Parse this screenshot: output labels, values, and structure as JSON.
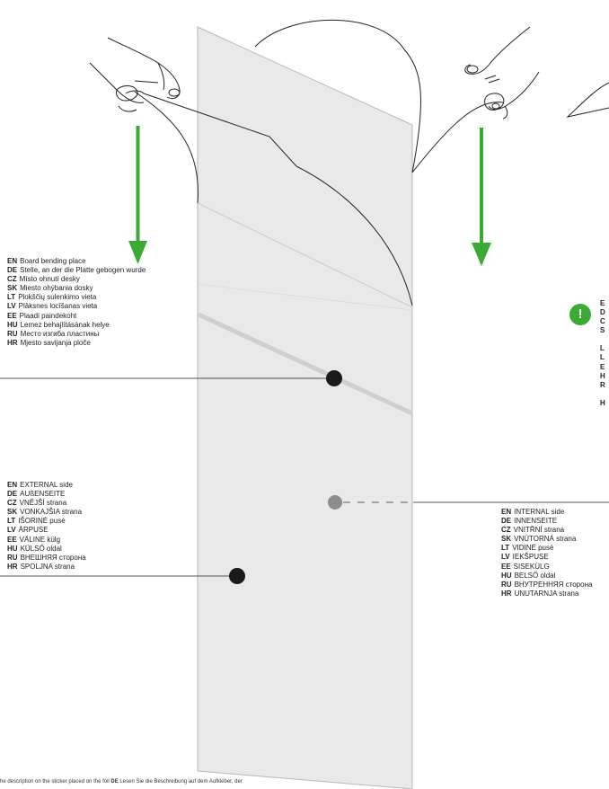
{
  "colors": {
    "board_fill": "#e9e9e9",
    "board_edge": "#b8b8b8",
    "arrow_green": "#3aaa35",
    "marker_black": "#1a1a1a",
    "marker_grey": "#8c8c8c",
    "bend_band": "#cfcfcf"
  },
  "icons": {
    "left_hand": "hands-pulling-icon",
    "right_hand": "hands-pulling-icon",
    "warning": "exclamation-icon"
  },
  "bending_place": [
    {
      "code": "EN",
      "text": "Board bending place"
    },
    {
      "code": "DE",
      "text": "Stelle, an der die Platte gebogen wurde"
    },
    {
      "code": "CZ",
      "text": "Místo ohnutí desky"
    },
    {
      "code": "SK",
      "text": "Miesto ohýbania dosky"
    },
    {
      "code": "LT",
      "text": "Plokščių sulenkimo vieta"
    },
    {
      "code": "LV",
      "text": "Plāksnes locīšanas vieta"
    },
    {
      "code": "EE",
      "text": "Plaadi paindekoht"
    },
    {
      "code": "HU",
      "text": "Lemez behajlításának helye"
    },
    {
      "code": "RU",
      "text": "Место изгиба пластины"
    },
    {
      "code": "HR",
      "text": "Mjesto savijanja ploče"
    }
  ],
  "external_side": [
    {
      "code": "EN",
      "text": "EXTERNAL side"
    },
    {
      "code": "DE",
      "text": "AUßENSEITE"
    },
    {
      "code": "CZ",
      "text": "VNĚJŠÍ strana"
    },
    {
      "code": "SK",
      "text": "VONKAJŠIA strana"
    },
    {
      "code": "LT",
      "text": "IŠORINĖ pusė"
    },
    {
      "code": "LV",
      "text": "ĀRPUSE"
    },
    {
      "code": "EE",
      "text": "VÄLINE külg"
    },
    {
      "code": "HU",
      "text": "KÜLSŐ oldal"
    },
    {
      "code": "RU",
      "text": "ВНЕШНЯЯ сторона"
    },
    {
      "code": "HR",
      "text": "SPOLJNA strana"
    }
  ],
  "internal_side": [
    {
      "code": "EN",
      "text": "INTERNAL side"
    },
    {
      "code": "DE",
      "text": "INNENSEITE"
    },
    {
      "code": "CZ",
      "text": "VNITŘNÍ strana"
    },
    {
      "code": "SK",
      "text": "VNÚTORNÁ strana"
    },
    {
      "code": "LT",
      "text": "VIDINĖ pusė"
    },
    {
      "code": "LV",
      "text": "IEKŠPUSE"
    },
    {
      "code": "EE",
      "text": "SISEKÜLG"
    },
    {
      "code": "HU",
      "text": "BELSŐ oldal"
    },
    {
      "code": "RU",
      "text": "ВНУТРЕННЯЯ сторона"
    },
    {
      "code": "HR",
      "text": "UNUTARNJA strana"
    }
  ],
  "warning": {
    "symbol": "!",
    "edge_letters_top": [
      "E",
      "D",
      "C",
      "S"
    ],
    "edge_letters_bottom": [
      "L",
      "L",
      "E",
      "H",
      "R"
    ],
    "edge_letter_last": "H"
  },
  "footer": {
    "part1": "he description on the sticker placed on the foil ",
    "code": "DE",
    "part2": " Lesen Sie die Beschreibung auf dem Aufkleber, der"
  }
}
